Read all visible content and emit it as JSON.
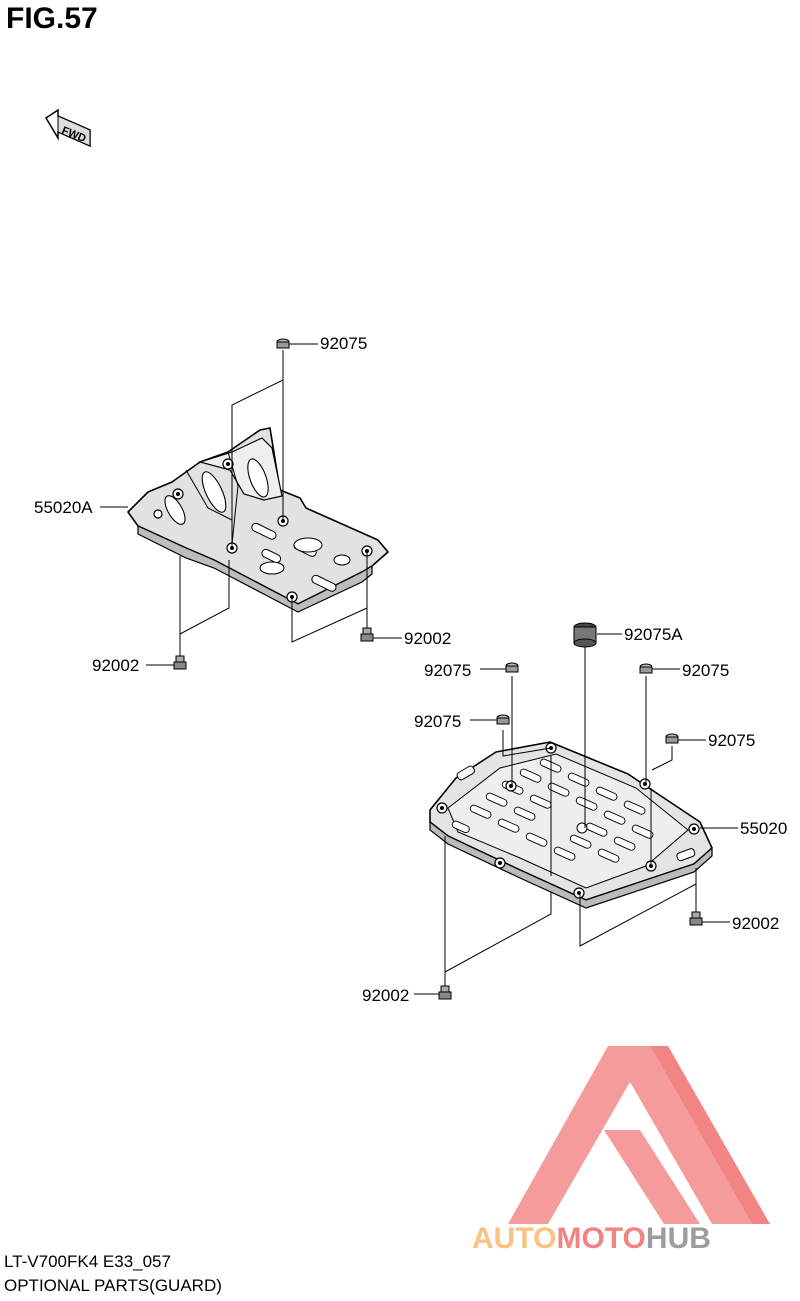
{
  "figure": {
    "title": "FIG.57"
  },
  "fwd_label": "FWD",
  "callouts": {
    "upper_guard": "55020A",
    "upper_nut": "92075",
    "upper_bolt_right": "92002",
    "upper_bolt_left": "92002",
    "lower_collar": "92075A",
    "lower_nut_a": "92075",
    "lower_nut_b": "92075",
    "lower_nut_c": "92075",
    "lower_nut_d": "92075",
    "lower_guard": "55020",
    "lower_bolt_right": "92002",
    "lower_bolt_left": "92002"
  },
  "footer": {
    "code": "LT-V700FK4 E33_057",
    "caption": "OPTIONAL PARTS(GUARD)"
  },
  "watermark": {
    "word_a": "AUTO",
    "word_b": "MOTO",
    "word_c": "HUB",
    "color_a": "#f7b96e",
    "color_b": "#f26f6f",
    "color_c": "#8c8c8c"
  }
}
